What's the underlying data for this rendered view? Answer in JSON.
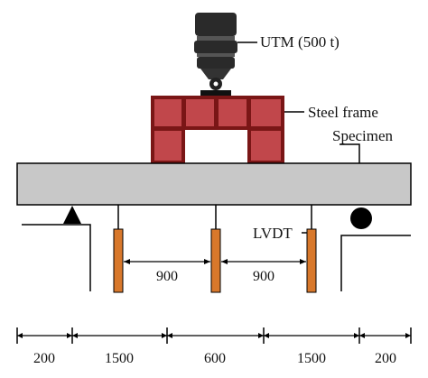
{
  "labels": {
    "utm": "UTM (500 t)",
    "steel_frame": "Steel frame",
    "specimen": "Specimen",
    "lvdt": "LVDT"
  },
  "lvdt_spacing": {
    "left": "900",
    "right": "900"
  },
  "bottom_dimensions": [
    "200",
    "1500",
    "600",
    "1500",
    "200"
  ],
  "colors": {
    "utm_body": "#2a2a2a",
    "utm_bands": "#555555",
    "steel_frame_fill": "#c1474b",
    "steel_frame_edge": "#7a1616",
    "specimen_fill": "#c8c8c8",
    "lvdt_fill": "#d8782b",
    "line": "#000000"
  }
}
